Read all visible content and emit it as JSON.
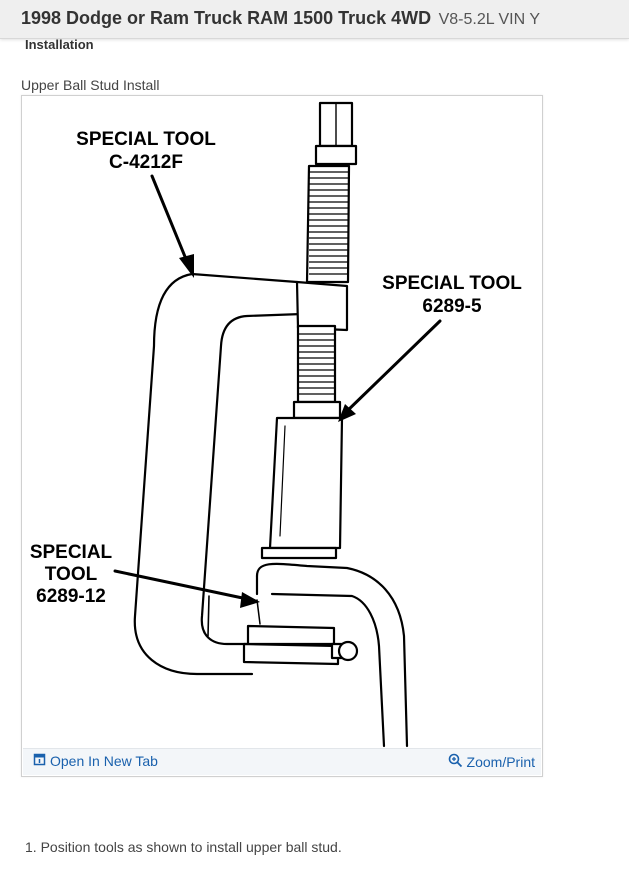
{
  "header": {
    "title_main": "1998 Dodge or Ram Truck RAM 1500 Truck 4WD",
    "title_sub": "V8-5.2L VIN Y"
  },
  "section": {
    "title": "Installation"
  },
  "figure": {
    "caption": "Upper Ball Stud Install",
    "labels": {
      "tool_c4212f_line1": "SPECIAL TOOL",
      "tool_c4212f_line2": "C-4212F",
      "tool_62895_line1": "SPECIAL TOOL",
      "tool_62895_line2": "6289-5",
      "tool_628912_line1": "SPECIAL",
      "tool_628912_line2": "TOOL",
      "tool_628912_line3": "6289-12"
    },
    "toolbar": {
      "open_new_tab": "Open In New Tab",
      "zoom_print": "Zoom/Print"
    }
  },
  "steps": [
    "1. Position tools as shown to install upper ball stud."
  ],
  "colors": {
    "link": "#1a61ad",
    "header_bg": "#efefef"
  }
}
